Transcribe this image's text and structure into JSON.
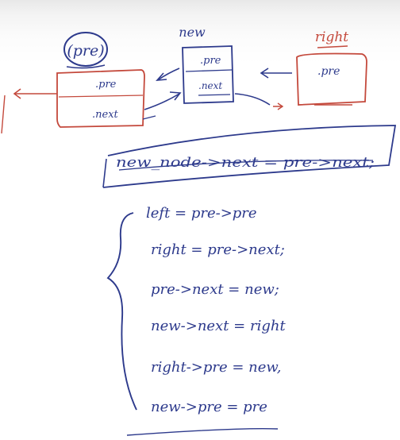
{
  "colors": {
    "ink_blue": "#2d3a8c",
    "ink_red": "#c4493c",
    "paper": "#ffffff"
  },
  "diagram": {
    "left_node": {
      "label": "(pre)",
      "fields": [
        ".pre",
        ".next"
      ]
    },
    "middle_node": {
      "label": "new",
      "fields": [
        ".pre",
        ".next"
      ]
    },
    "right_node": {
      "label": "right",
      "fields": [
        ".pre"
      ]
    }
  },
  "boxed_statement": "new_node->next = pre->next;",
  "steps": [
    "left = pre->pre",
    "right = pre->next;",
    "pre->next = new;",
    "new->next = right",
    "right->pre = new,",
    "new->pre = pre"
  ]
}
